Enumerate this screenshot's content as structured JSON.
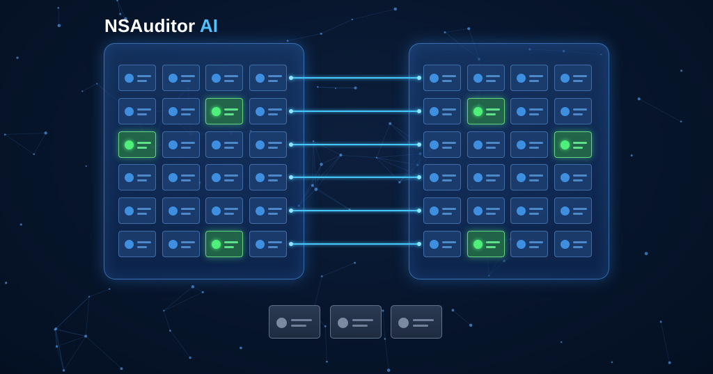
{
  "header": {
    "brand": "NSAuditor",
    "brand_suffix": "AI"
  },
  "colors": {
    "background": "#07152b",
    "accent": "#4ec3ff",
    "connector": "#46c8ff",
    "highlight": "#4ef07a"
  },
  "icons": {
    "cell": "record-card-icon",
    "bottom": "record-card-icon"
  },
  "left_grid": {
    "rows": 6,
    "cols": 4,
    "highlighted": [
      [
        1,
        2
      ],
      [
        2,
        0
      ],
      [
        5,
        2
      ]
    ]
  },
  "right_grid": {
    "rows": 6,
    "cols": 4,
    "highlighted": [
      [
        1,
        1
      ],
      [
        2,
        3
      ],
      [
        5,
        1
      ]
    ]
  },
  "connections": {
    "count": 6
  },
  "bottom_cards": {
    "count": 3
  }
}
